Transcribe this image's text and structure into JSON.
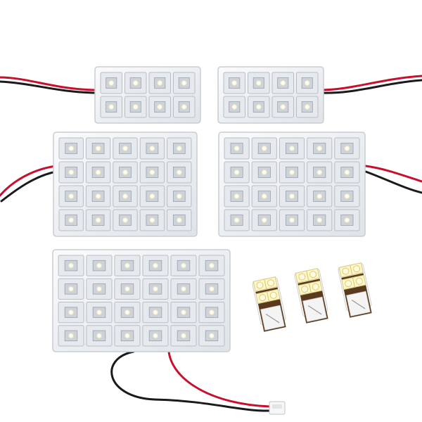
{
  "scene": {
    "background": "#ffffff",
    "colors": {
      "wire_red": "#c8102e",
      "wire_black": "#1a1a1a",
      "board": "#f1f3f5",
      "board_edge": "#c9ced4",
      "cell": "#e6e9ed",
      "led_glow": "#fdfbe6",
      "pcb": "#5a3a1e",
      "connector": "#f7f7f7"
    },
    "items": [
      {
        "name": "led-panel-2x4-left",
        "rows": 2,
        "cols": 4,
        "wire": "left"
      },
      {
        "name": "led-panel-2x4-right",
        "rows": 2,
        "cols": 4,
        "wire": "right"
      },
      {
        "name": "led-panel-4x5-left",
        "rows": 4,
        "cols": 5,
        "wire": "left"
      },
      {
        "name": "led-panel-4x5-right",
        "rows": 4,
        "cols": 5,
        "wire": "right"
      },
      {
        "name": "led-panel-4x6-bottom",
        "rows": 4,
        "cols": 6,
        "wire": "bottom-connector"
      },
      {
        "name": "t10-wedge-bulb",
        "count": 3,
        "smd_per_bulb": 4
      }
    ]
  }
}
